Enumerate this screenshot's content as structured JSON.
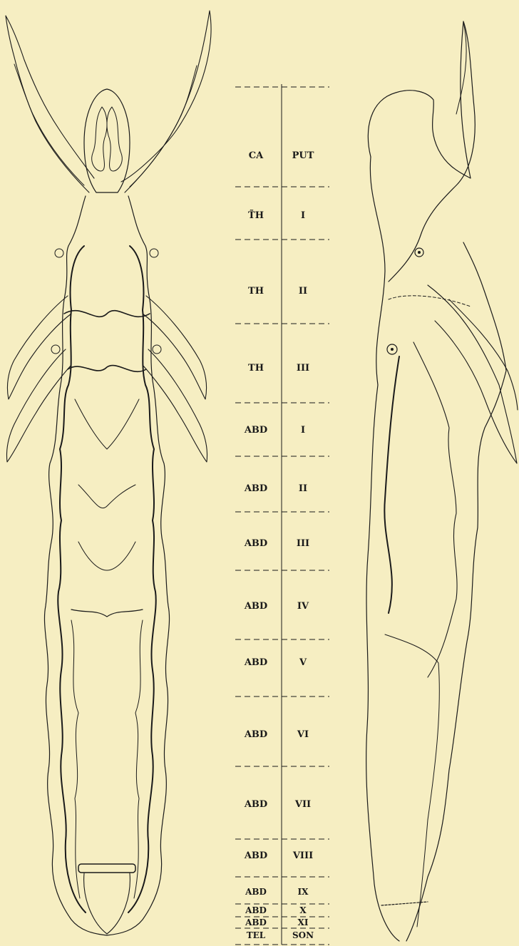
{
  "segments": [
    {
      "region": "CA",
      "number": "PUT"
    },
    {
      "region": "T̃H",
      "number": "I"
    },
    {
      "region": "TH",
      "number": "II"
    },
    {
      "region": "TH",
      "number": "III"
    },
    {
      "region": "ABD",
      "number": "I"
    },
    {
      "region": "ABD",
      "number": "II"
    },
    {
      "region": "ABD",
      "number": "III"
    },
    {
      "region": "ABD",
      "number": "IV"
    },
    {
      "region": "ABD",
      "number": "V"
    },
    {
      "region": "ABD",
      "number": "VI"
    },
    {
      "region": "ABD",
      "number": "VII"
    },
    {
      "region": "ABD",
      "number": "VIII"
    },
    {
      "region": "ABD",
      "number": "IX"
    },
    {
      "region": "ABD",
      "number": "X"
    },
    {
      "region": "ABD",
      "number": "XI"
    },
    {
      "region": "TEL",
      "number": "SON"
    }
  ],
  "colors": {
    "paper": "#f6eec2",
    "ink": "#1a1a1a"
  }
}
